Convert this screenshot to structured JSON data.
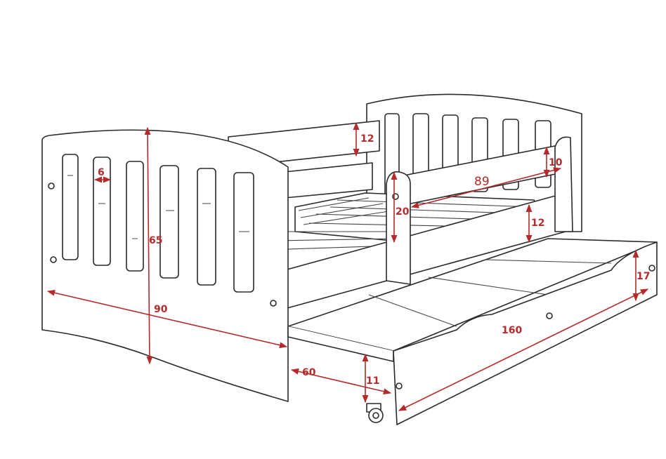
{
  "title": "Bed with trundle drawer - dimension drawing",
  "dimensions": {
    "top_rail_height": "12",
    "slot_width": "6",
    "guard_rail_height": "10",
    "guard_rail_length": "89",
    "guard_post_height": "20",
    "headboard_height": "65",
    "side_rail_height": "12",
    "drawer_height": "17",
    "bed_width": "90",
    "drawer_length": "160",
    "drawer_depth": "60",
    "floor_clearance": "11"
  },
  "colors": {
    "dimension": "#b52a2a",
    "outline": "#2a2a2a"
  }
}
